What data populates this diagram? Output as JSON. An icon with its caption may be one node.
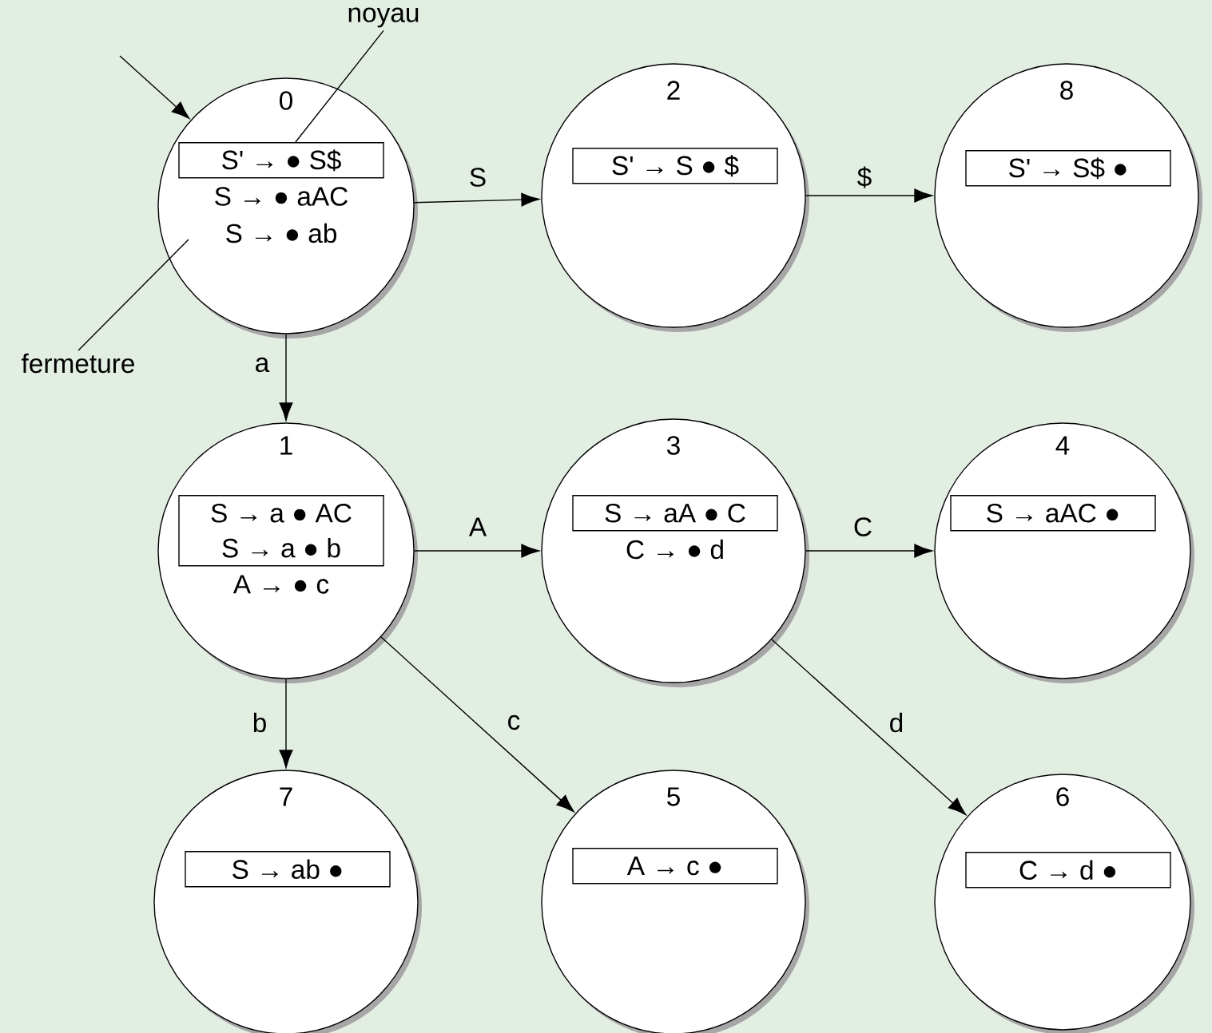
{
  "diagram": {
    "nodes": [
      {
        "text": [
          "0",
          "S → ● aAC",
          "S → ● ab"
        ]
      },
      {
        "text": [
          "S' → ● S$"
        ],
        "in": 0
      },
      {
        "text": [
          "2"
        ]
      },
      {
        "text": [
          "S' → S ● $"
        ],
        "in": 2
      },
      {
        "text": [
          "8"
        ]
      },
      {
        "text": [
          "S' → S$ ●"
        ],
        "in": 4
      },
      {
        "text": [
          "noyau"
        ]
      },
      {
        "text": [
          "fermeture"
        ]
      },
      {
        "text": [
          "1",
          "A → ● c"
        ]
      },
      {
        "text": [
          "S → a ● AC",
          "S → a ● b"
        ],
        "in": 8
      },
      {
        "text": [
          "3",
          "C → ● d"
        ]
      },
      {
        "text": [
          "S → aA ● C"
        ],
        "in": 10
      },
      {
        "text": [
          "4"
        ]
      },
      {
        "text": [
          "S → aAC ●"
        ],
        "in": 12
      },
      {
        "text": [
          "7"
        ]
      },
      {
        "text": [
          "S → ab ●"
        ],
        "in": 14
      },
      {
        "text": [
          "5"
        ]
      },
      {
        "text": [
          "A → c ●"
        ],
        "in": 16
      },
      {
        "text": [
          "6"
        ]
      },
      {
        "text": [
          "C → d ●"
        ],
        "in": 18
      }
    ],
    "edges": [
      {
        "from": null,
        "to": 0,
        "arrow": "to"
      },
      {
        "from": 6,
        "to": 1,
        "arrow": "none"
      },
      {
        "from": 7,
        "to": null,
        "arrow": "none"
      },
      {
        "from": 0,
        "to": 2,
        "arrow": "to",
        "label": "S"
      },
      {
        "from": 2,
        "to": 4,
        "arrow": "to",
        "label": "$"
      },
      {
        "from": 0,
        "to": 8,
        "arrow": "to",
        "label": "a"
      },
      {
        "from": 8,
        "to": 10,
        "arrow": "to",
        "label": "A"
      },
      {
        "from": 10,
        "to": 12,
        "arrow": "to",
        "label": "C"
      },
      {
        "from": 8,
        "to": 14,
        "arrow": "to",
        "label": "b"
      },
      {
        "from": 8,
        "to": 16,
        "arrow": "to",
        "label": "c"
      },
      {
        "from": 10,
        "to": 18,
        "arrow": "to",
        "label": "d"
      }
    ]
  }
}
